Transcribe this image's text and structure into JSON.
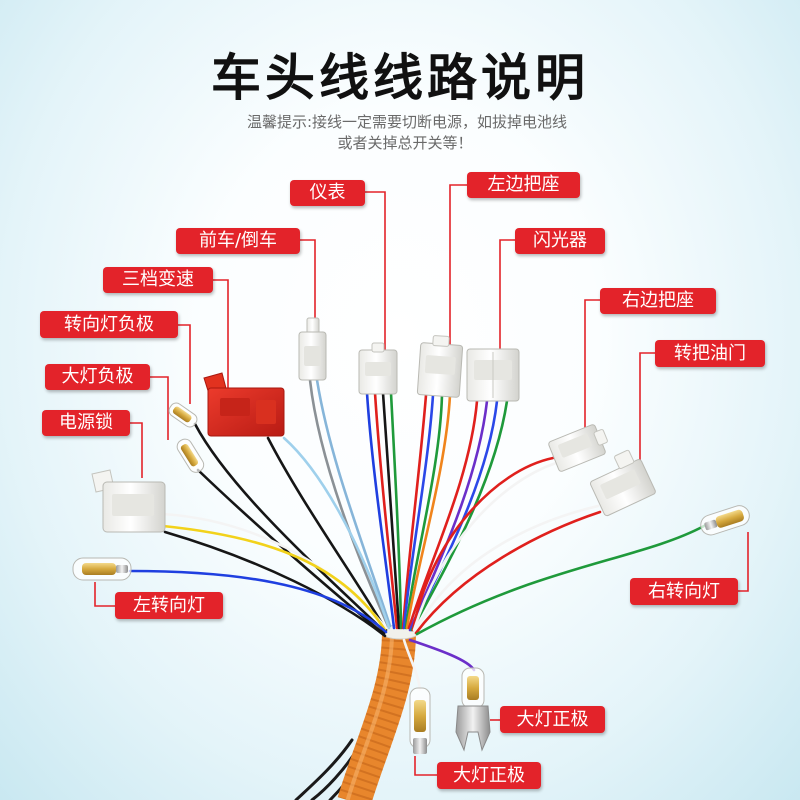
{
  "title": "车头线线路说明",
  "notice": {
    "line1": "温馨提示:接线一定需要切断电源，如拔掉电池线",
    "line2": "或者关掉总开关等！"
  },
  "labels": {
    "meter": "仪表",
    "left_handle_seat": "左边把座",
    "front_reverse": "前车/倒车",
    "flasher": "闪光器",
    "three_speed": "三档变速",
    "right_handle_seat": "右边把座",
    "turn_signal_negative": "转向灯负极",
    "throttle": "转把油门",
    "headlight_negative": "大灯负极",
    "power_lock": "电源锁",
    "left_turn_signal": "左转向灯",
    "right_turn_signal": "右转向灯",
    "headlight_positive_1": "大灯正极",
    "headlight_positive_2": "大灯正极"
  },
  "colors": {
    "label_bg": "#e3232a",
    "label_text": "#ffffff",
    "title": "#111111",
    "sleeve": "#e8862c",
    "red_connector": "#d2261e"
  }
}
